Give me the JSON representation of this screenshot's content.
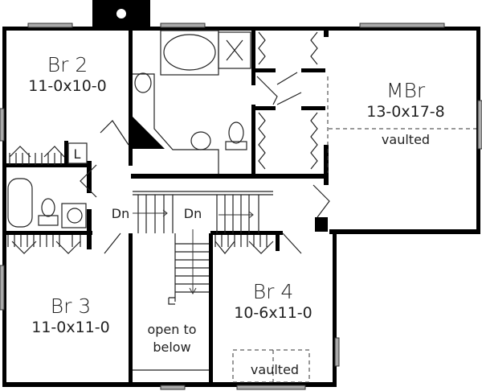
{
  "rooms": [
    {
      "name": "Br 2",
      "size": "11-0x10-0"
    },
    {
      "name": "MBr",
      "size": "13-0x17-8",
      "note": "vaulted"
    },
    {
      "name": "Br 3",
      "size": "11-0x11-0"
    },
    {
      "name": "Br 4",
      "size": "10-6x11-0",
      "note": "vaulted"
    }
  ],
  "stairs": {
    "down_label_1": "Dn",
    "down_label_2": "Dn"
  },
  "open_area": {
    "line1": "open to",
    "line2": "below"
  },
  "laundry_label": "L",
  "colors": {
    "wall": "#000000",
    "window": "#888888",
    "background": "#ffffff"
  }
}
